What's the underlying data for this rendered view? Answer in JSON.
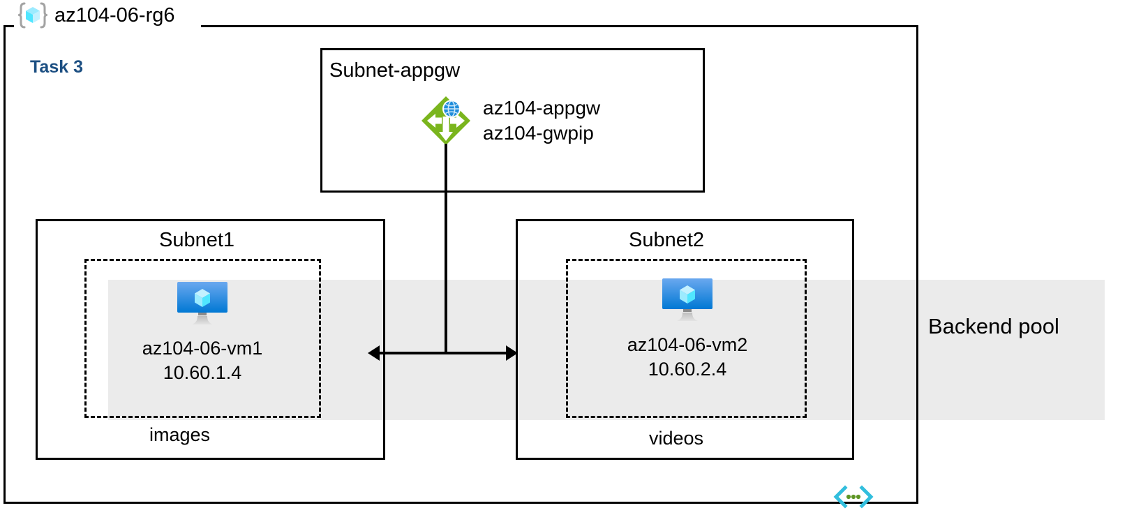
{
  "diagram": {
    "title": "az104-06-rg6",
    "task_label": "Task 3",
    "resource_group_icon": "resource-group-cube-icon",
    "code_icon": "code-brackets-icon"
  },
  "backend_pool": {
    "label": "Backend pool",
    "band_color": "#ebebeb"
  },
  "appgw_subnet": {
    "title": "Subnet-appgw",
    "icon": "application-gateway-icon",
    "resources": "az104-appgw\naz104-gwpip",
    "resource_line1": "az104-appgw",
    "resource_line2": "az104-gwpip"
  },
  "subnets": [
    {
      "title": "Subnet1",
      "vm_icon": "virtual-machine-icon",
      "vm_name": "az104-06-vm1",
      "vm_ip": "10.60.1.4",
      "share_label": "images"
    },
    {
      "title": "Subnet2",
      "vm_icon": "virtual-machine-icon",
      "vm_name": "az104-06-vm2",
      "vm_ip": "10.60.2.4",
      "share_label": "videos"
    }
  ],
  "colors": {
    "task_text": "#1c4f82",
    "appgw_green": "#7ab51d",
    "vm_blue": "#0078d4",
    "cube_cyan": "#50e6ff",
    "code_cyan": "#32bedd",
    "code_dot_green": "#5e9624",
    "band_gray": "#ebebeb",
    "border_black": "#000000"
  }
}
